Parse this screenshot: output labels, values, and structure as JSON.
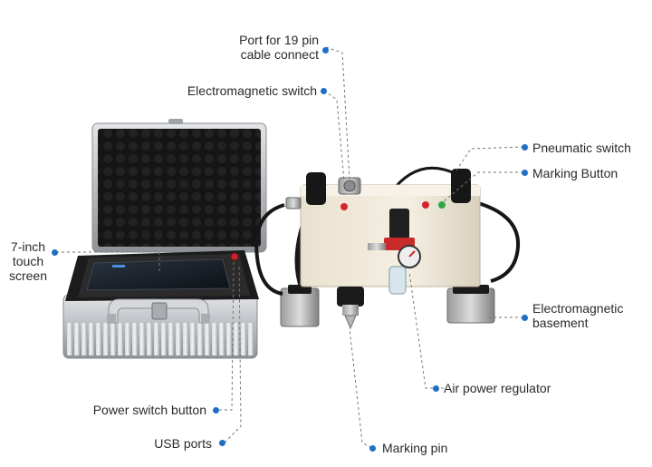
{
  "accent_color": "#1f6fc5",
  "labels": {
    "port": [
      "Port for 19 pin",
      "cable connect"
    ],
    "em_switch": "Electromagnetic switch",
    "pneumatic_switch": "Pneumatic switch",
    "marking_button": "Marking Button",
    "touch_screen": [
      "7-inch",
      "touch",
      "screen"
    ],
    "em_basement": [
      "Electromagnetic",
      "basement"
    ],
    "air_regulator": "Air power regulator",
    "power_switch": "Power switch button",
    "usb_ports": "USB ports",
    "marking_pin": "Marking pin"
  }
}
